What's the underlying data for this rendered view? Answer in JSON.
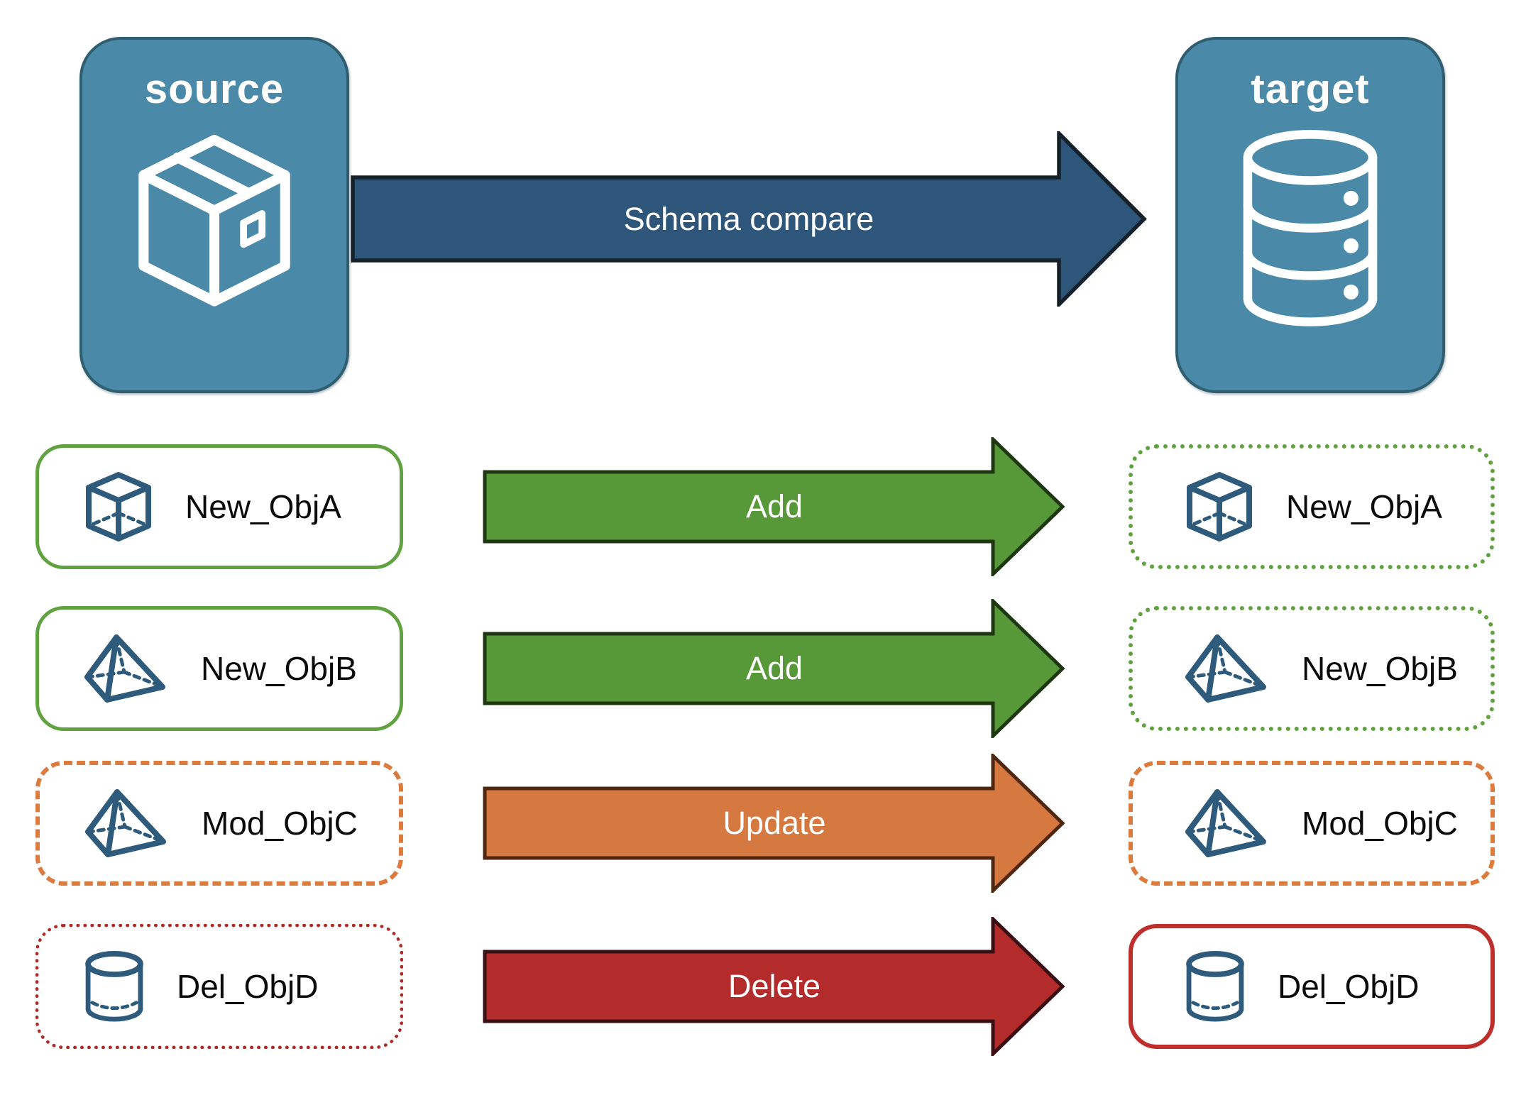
{
  "source": {
    "label": "source",
    "icon": "package-icon"
  },
  "target": {
    "label": "target",
    "icon": "database-icon"
  },
  "compare_arrow": {
    "label": "Schema compare",
    "color": "#2E567A"
  },
  "rows": [
    {
      "object": "New_ObjA",
      "action": "Add",
      "icon": "cube-icon",
      "source_border": "solid-green",
      "target_border": "dotted-green",
      "arrow_color": "#579939"
    },
    {
      "object": "New_ObjB",
      "action": "Add",
      "icon": "pyramid-icon",
      "source_border": "solid-green",
      "target_border": "dotted-green",
      "arrow_color": "#579939"
    },
    {
      "object": "Mod_ObjC",
      "action": "Update",
      "icon": "pyramid-icon",
      "source_border": "dashed-orange",
      "target_border": "dashed-orange",
      "arrow_color": "#D57941"
    },
    {
      "object": "Del_ObjD",
      "action": "Delete",
      "icon": "cylinder-icon",
      "source_border": "dotted-red",
      "target_border": "solid-red",
      "arrow_color": "#B32B2B"
    }
  ],
  "colors": {
    "node_fill": "#4A8AA8",
    "node_border": "#2F5E70",
    "compare_arrow_fill": "#2E567A",
    "compare_arrow_outline": "#14212B",
    "add_arrow_fill": "#579939",
    "add_arrow_outline": "#1E3710",
    "update_arrow_fill": "#D57941",
    "update_arrow_outline": "#4F2710",
    "delete_arrow_fill": "#B32B2B",
    "delete_arrow_outline": "#3A0F13",
    "green_border": "#5FA23F",
    "orange_border": "#DC7B3D",
    "red_border": "#BE2F2C",
    "object_icon_color": "#2E5B7C"
  }
}
